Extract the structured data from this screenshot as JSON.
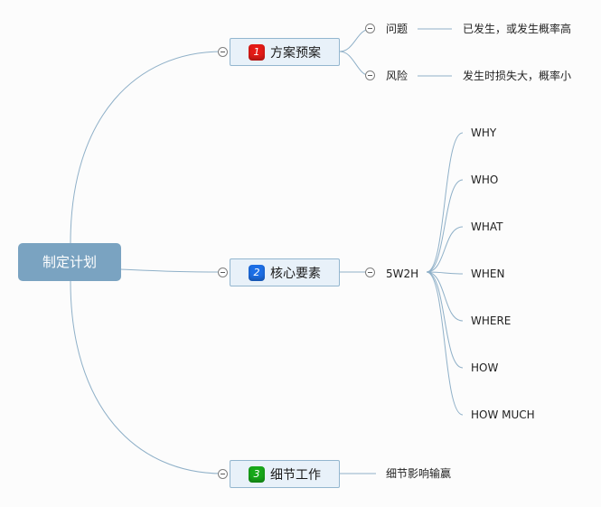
{
  "root": {
    "label": "制定计划"
  },
  "branches": [
    {
      "label": "方案预案",
      "badge": "1",
      "badge_color": "#e41b17"
    },
    {
      "label": "核心要素",
      "badge": "2",
      "badge_color": "#1d6fe6"
    },
    {
      "label": "细节工作",
      "badge": "3",
      "badge_color": "#18a81a"
    }
  ],
  "plan_children": [
    {
      "label": "问题",
      "note": "已发生，或发生概率高"
    },
    {
      "label": "风险",
      "note": "发生时损失大，概率小"
    }
  ],
  "core_child": {
    "label": "5W2H"
  },
  "core_items": [
    "WHY",
    "WHO",
    "WHAT",
    "WHEN",
    "WHERE",
    "HOW",
    "HOW MUCH"
  ],
  "detail_child": {
    "label": "细节影响输赢"
  },
  "colors": {
    "line": "#8fb0c8",
    "root_fill": "#7aa3c1",
    "branch_fill": "#e8f1f9"
  }
}
